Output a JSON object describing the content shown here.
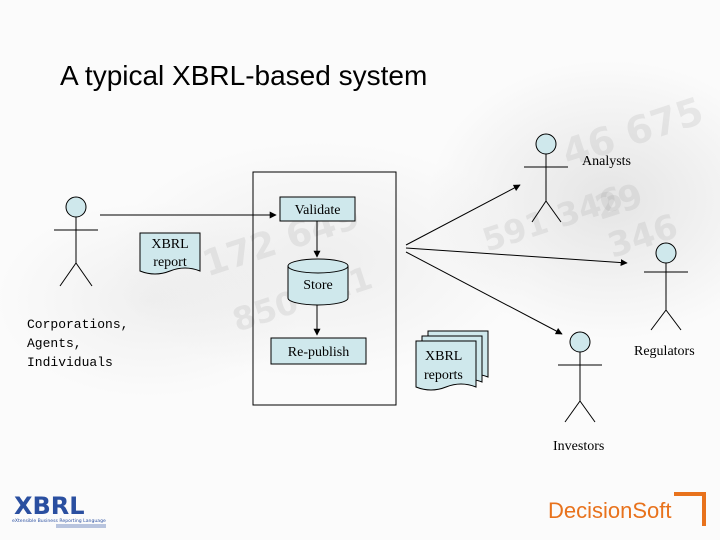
{
  "title": "A typical XBRL-based system",
  "actors": {
    "corporations": "Corporations, Agents, Individuals",
    "analysts": "Analysts",
    "regulators": "Regulators",
    "investors": "Investors"
  },
  "process": {
    "validate": "Validate",
    "store": "Store",
    "republish": "Re-publish"
  },
  "documents": {
    "report_line1": "XBRL",
    "report_line2": "report",
    "reports_line1": "XBRL",
    "reports_line2": "reports"
  },
  "logos": {
    "xbrl": "XBRL",
    "xbrl_tagline": "eXtensible Business Reporting Language",
    "decisionsoft": "DecisionSoft"
  },
  "colors": {
    "node_fill": "#cfe8ec",
    "accent": "#e8721c",
    "xbrl_blue": "#2a4fa0"
  }
}
